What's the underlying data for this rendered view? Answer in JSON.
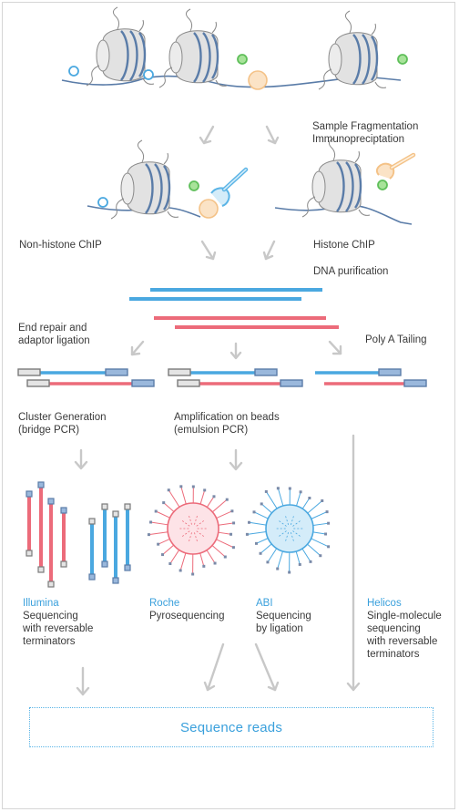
{
  "labels": {
    "fragmentation": [
      "Sample Fragmentation",
      "Immunopreciptation"
    ],
    "non_histone": "Non-histone ChIP",
    "histone": "Histone ChIP",
    "dna_purification": "DNA purification",
    "end_repair": [
      "End repair and",
      "adaptor ligation"
    ],
    "poly_a": "Poly A Tailing",
    "cluster": [
      "Cluster Generation",
      "(bridge PCR)"
    ],
    "amplification": [
      "Amplification on beads",
      "(emulsion PCR)"
    ]
  },
  "platforms": [
    {
      "name": "Illumina",
      "desc": [
        "Sequencing",
        "with reversable",
        "terminators"
      ]
    },
    {
      "name": "Roche",
      "desc": [
        "Pyrosequencing"
      ]
    },
    {
      "name": "ABI",
      "desc": [
        "Sequencing",
        "by ligation"
      ]
    },
    {
      "name": "Helicos",
      "desc": [
        "Single-molecule",
        "sequencing",
        "with reversable",
        "terminators"
      ]
    }
  ],
  "output": {
    "label": "Sequence reads"
  },
  "colors": {
    "dna_blue": "#4aa8e0",
    "dna_red": "#ec6b7a",
    "histone": "#5a7ca8",
    "accent": "#3aa0dc",
    "arrow": "#c8c8c8",
    "antibody_blue": "#5ab4e6",
    "antibody_orange": "#f4c287",
    "mark_green": "#5fbf5a"
  }
}
